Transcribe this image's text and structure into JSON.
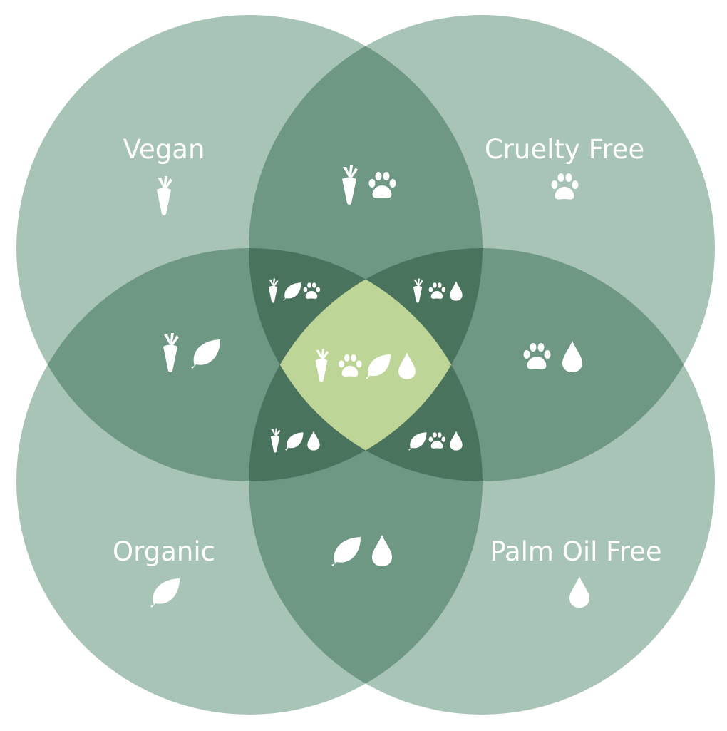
{
  "diagram": {
    "colors": {
      "background": "#ffffff",
      "circle_fill": "#a8c4b6",
      "overlap_two": "#6e9884",
      "overlap_three": "#4a735e",
      "center_fill": "#bdd698",
      "icon_color": "#ffffff"
    },
    "sets": [
      {
        "id": "vegan",
        "label": "Vegan",
        "icon": "carrot-icon"
      },
      {
        "id": "cruelty-free",
        "label": "Cruelty Free",
        "icon": "paw-icon"
      },
      {
        "id": "organic",
        "label": "Organic",
        "icon": "leaf-icon"
      },
      {
        "id": "palm-oil-free",
        "label": "Palm Oil Free",
        "icon": "drop-icon"
      }
    ],
    "regions": [
      {
        "id": "vegan-cruelty",
        "icons": [
          "carrot-icon",
          "paw-icon"
        ]
      },
      {
        "id": "vegan-organic",
        "icons": [
          "carrot-icon",
          "leaf-icon"
        ]
      },
      {
        "id": "cruelty-palm",
        "icons": [
          "paw-icon",
          "drop-icon"
        ]
      },
      {
        "id": "organic-palm",
        "icons": [
          "leaf-icon",
          "drop-icon"
        ]
      },
      {
        "id": "vegan-organic-cruelty",
        "icons": [
          "carrot-icon",
          "leaf-icon",
          "paw-icon"
        ]
      },
      {
        "id": "vegan-cruelty-palm",
        "icons": [
          "carrot-icon",
          "paw-icon",
          "drop-icon"
        ]
      },
      {
        "id": "vegan-organic-palm",
        "icons": [
          "carrot-icon",
          "leaf-icon",
          "drop-icon"
        ]
      },
      {
        "id": "organic-cruelty-palm",
        "icons": [
          "leaf-icon",
          "paw-icon",
          "drop-icon"
        ]
      },
      {
        "id": "all-four",
        "icons": [
          "carrot-icon",
          "paw-icon",
          "leaf-icon",
          "drop-icon"
        ]
      }
    ]
  }
}
